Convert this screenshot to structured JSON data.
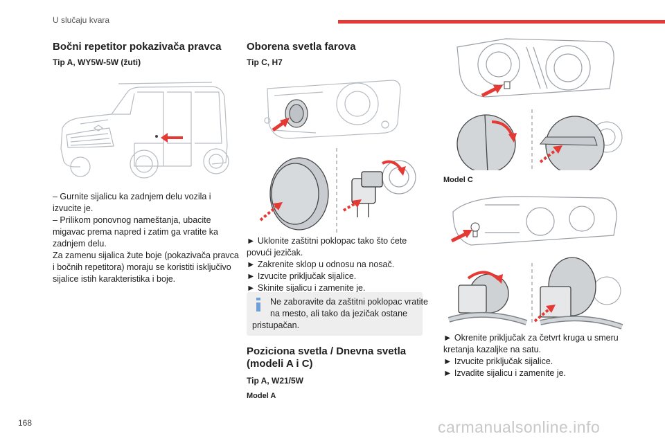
{
  "header": {
    "section_title": "U slučaju kvara",
    "accent_color": "#e53935"
  },
  "column1": {
    "heading": "Bočni repetitor pokazivača pravca",
    "subheading": "Tip A, WY5W-5W (žuti)",
    "illustration_icon": "van-side-repeater-illustration",
    "lines": [
      "– Gurnite sijalicu ka zadnjem delu vozila i",
      "izvucite je.",
      "– Prilikom ponovnog nameštanja, ubacite",
      "migavac prema napred i zatim ga vratite ka",
      "zadnjem delu.",
      "Za zamenu sijalica žute boje (pokazivača pravca",
      "i bočnih repetitora) moraju se koristiti isključivo",
      "sijalice istih karakteristika i boje."
    ]
  },
  "column2": {
    "heading": "Oborena svetla farova",
    "subheading": "Tip C, H7",
    "illustration_icon": "headlamp-h7-bulb-illustration",
    "steps": [
      "► Uklonite zaštitni poklopac tako što ćete",
      "povući jezičak.",
      "►  Zakrenite sklop u odnosu na nosač.",
      "► Izvucite priključak sijalice.",
      "► Skinite sijalicu i zamenite je."
    ],
    "note": {
      "icon": "info-icon",
      "lines": [
        "Ne zaboravite da zaštitni poklopac vratite",
        "na mesto, ali tako da jezičak ostane",
        "pristupačan."
      ]
    },
    "heading2_line1": "Poziciona svetla / Dnevna svetla",
    "heading2_line2": "(modeli A i C)",
    "subheading2": "Tip A, W21/5W",
    "model_label": "Model A"
  },
  "column3": {
    "illustration_top_icon": "headlamp-cover-rotate-illustration",
    "model_label": "Model C",
    "illustration_bottom_icon": "connector-quarter-turn-illustration",
    "steps": [
      "► Okrenite priključak za četvrt kruga u smeru",
      "kretanja kazaljke na satu.",
      "► Izvucite priključak sijalice.",
      "► Izvadite sijalicu i zamenite je."
    ]
  },
  "footer": {
    "page_number": "168",
    "watermark": "carmanualsonline.info"
  }
}
